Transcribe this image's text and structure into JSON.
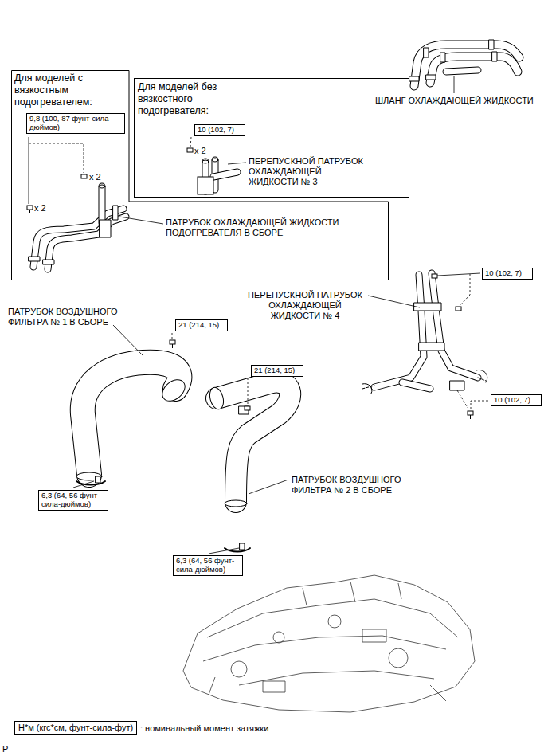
{
  "diagram": {
    "nodes": [
      {
        "text": [
          "Для моделей с вязкостным подогревателем:"
        ]
      },
      {
        "text": [
          "9,8 (100, 87 фунт-сила-дюймов)"
        ],
        "in": 0
      },
      {
        "text": [
          "Для моделей без вязкостного подогревателя:"
        ]
      },
      {
        "text": [
          "10 (102, 7)"
        ],
        "in": 2
      },
      {
        "text": [
          "10 (102, 7)"
        ]
      },
      {
        "text": [
          "21 (214, 15)"
        ]
      },
      {
        "text": [
          "21 (214, 15)"
        ]
      },
      {
        "text": [
          "10 (102, 7)"
        ]
      },
      {
        "text": [
          "6,3 (64, 56 фунт-сила-дюймов)"
        ]
      },
      {
        "text": [
          "6,3 (64, 56 фунт-сила-дюймов)"
        ]
      },
      {
        "text": [
          "Н*м (кгс*см, фунт-сила-фут)"
        ]
      }
    ],
    "labels": [
      "x 2",
      "x 2",
      "x 2",
      "ШЛАНГ ОХЛАЖДАЮЩЕЙ ЖИДКОСТИ",
      "ПЕРЕПУСКНОЙ ПАТРУБОК ОХЛАЖДАЮЩЕЙ ЖИДКОСТИ № 3",
      "ПАТРУБОК ОХЛАЖДАЮЩЕЙ ЖИДКОСТИ ПОДОГРЕВАТЕЛЯ В СБОРЕ",
      "ПЕРЕПУСКНОЙ ПАТРУБОК ОХЛАЖДАЮЩЕЙ ЖИДКОСТИ № 4",
      "ПАТРУБОК ВОЗДУШНОГО ФИЛЬТРА № 1 В СБОРЕ",
      "ПАТРУБОК ВОЗДУШНОГО ФИЛЬТРА № 2 В СБОРЕ",
      ": номинальный момент затяжки",
      "P"
    ]
  }
}
